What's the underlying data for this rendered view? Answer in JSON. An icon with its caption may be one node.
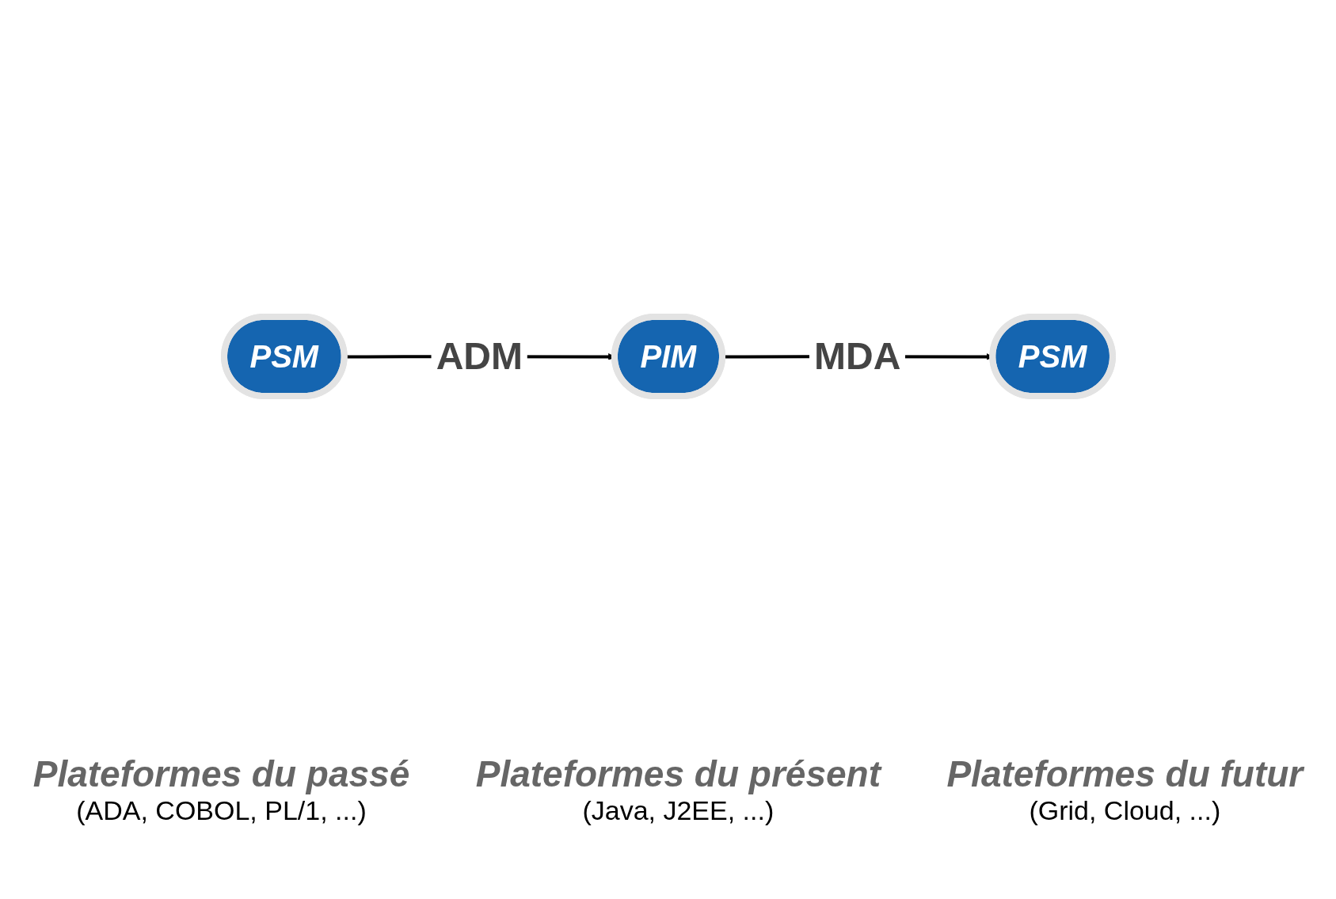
{
  "diagram": {
    "nodes": [
      {
        "text": [
          "PSM"
        ]
      },
      {
        "text": [
          "PIM"
        ]
      },
      {
        "text": [
          "PSM"
        ]
      }
    ],
    "edges": [
      {
        "from": 0,
        "to": 1,
        "arrow": "to",
        "label": "ADM"
      },
      {
        "from": 1,
        "to": 2,
        "arrow": "to",
        "label": "MDA"
      }
    ],
    "labels": [
      "Plateformes du passé",
      "(ADA, COBOL, PL/1, ...)",
      "Plateformes du présent",
      "(Java, J2EE, ...)",
      "Plateformes du futur",
      "(Grid, Cloud, ...)"
    ]
  }
}
